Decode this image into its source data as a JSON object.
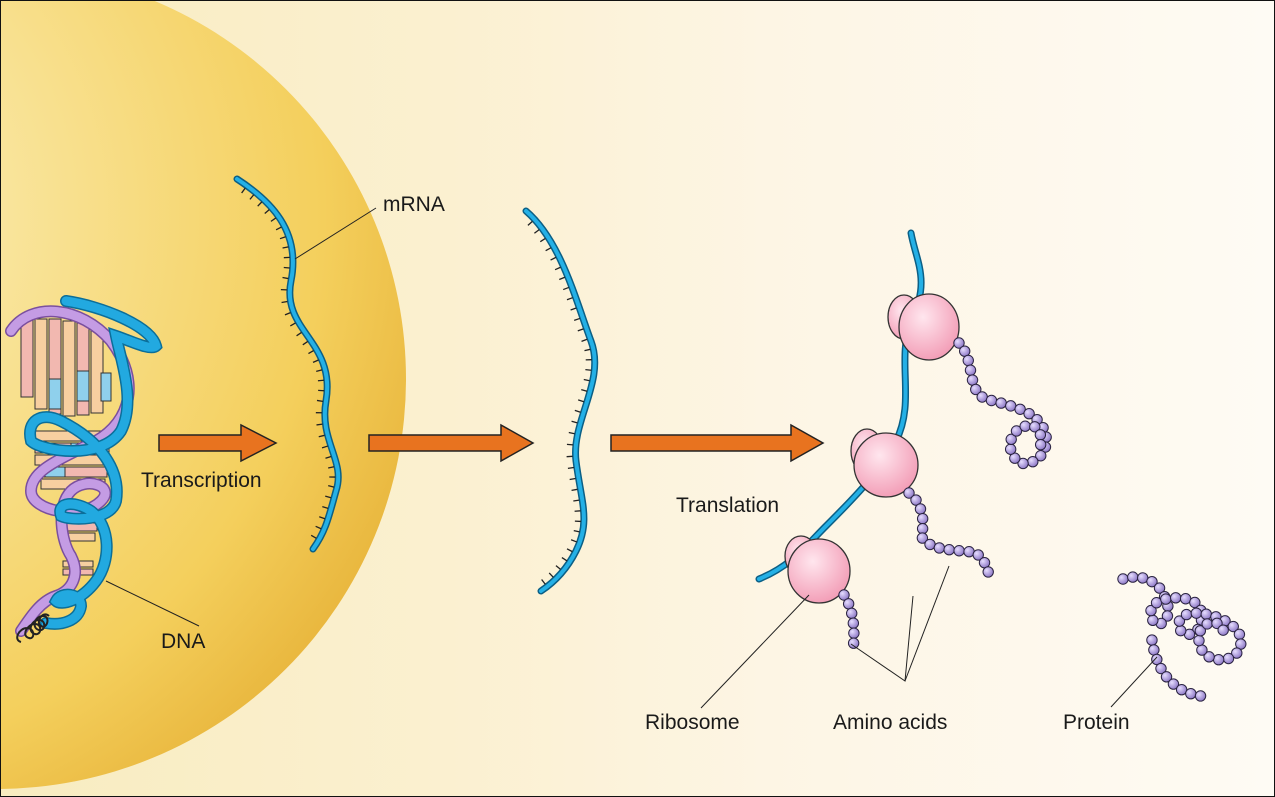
{
  "labels": {
    "mrna": "mRNA",
    "transcription": "Transcription",
    "translation": "Translation",
    "dna": "DNA",
    "ribosome": "Ribosome",
    "amino_acids": "Amino acids",
    "protein": "Protein"
  },
  "colors": {
    "nucleus": "#f6d36a",
    "mrna_strand": "#1aa3d8",
    "arrow": "#e8731f",
    "ribosome": "#f4a9be",
    "amino_acid": "#9f8bd0",
    "dna_backbone_a": "#b48ad6",
    "dna_backbone_b": "#1aa3d8"
  }
}
